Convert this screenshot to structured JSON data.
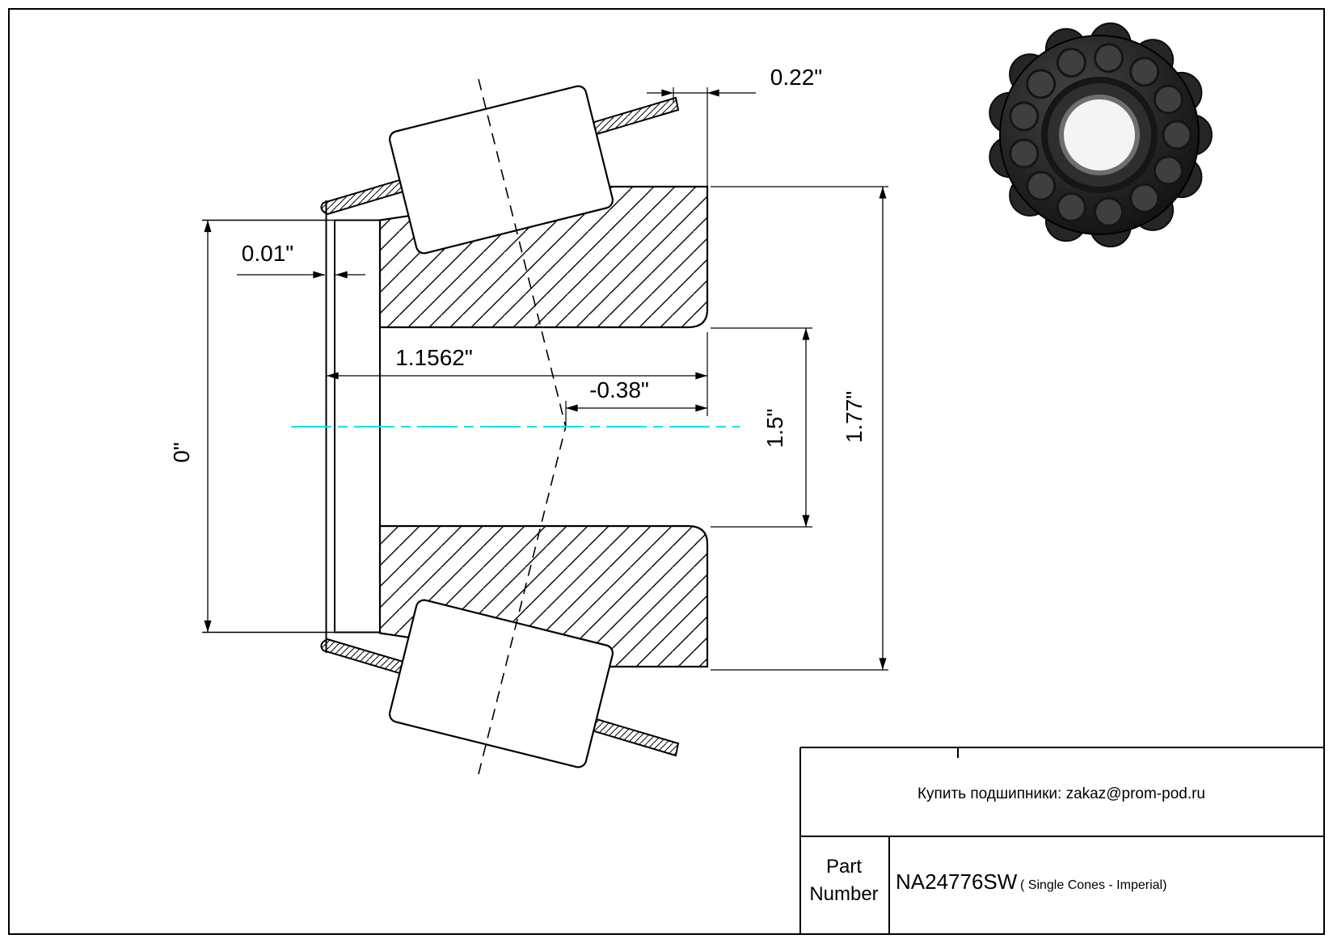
{
  "page": {
    "background": "#ffffff",
    "border_color": "#000000"
  },
  "drawing": {
    "line_color": "#000000",
    "centerline_color": "#00e5e5"
  },
  "dimensions": {
    "cup_overhang": "0.22\"",
    "front_face_gap": "0.01\"",
    "cone_width": "1.1562\"",
    "apex_offset": "-0.38\"",
    "bore_diameter": "1.5\"",
    "rib_diameter": "1.77\"",
    "datum": "0\""
  },
  "title_block": {
    "contact": "Купить подшипники: zakaz@prom-pod.ru",
    "part_label_line1": "Part",
    "part_label_line2": "Number",
    "part_number": "NA24776SW",
    "part_description": "( Single Cones - Imperial)"
  }
}
